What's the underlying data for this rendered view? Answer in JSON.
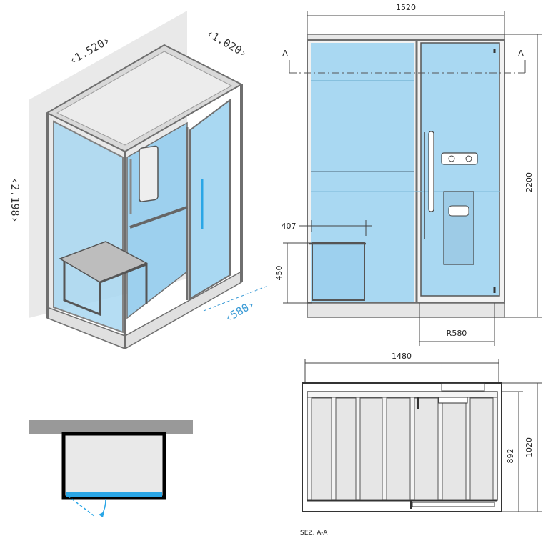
{
  "iso_view": {
    "dim_width": "‹1.520›",
    "dim_depth": "‹1.020›",
    "dim_height": "‹2.198›",
    "dim_door": "‹580›"
  },
  "front_view": {
    "dim_width": "1520",
    "dim_height": "2200",
    "dim_shelf_width": "407",
    "dim_seat_height": "450",
    "dim_door_radius": "R580",
    "section_mark_left": "A",
    "section_mark_right": "A"
  },
  "top_view": {
    "dim_width": "1480",
    "dim_depth_inner": "892",
    "dim_depth_outer": "1020",
    "section_caption": "SEZ. A-A"
  },
  "colors": {
    "glass": "#a9d8f2",
    "glass_dark": "#8cc8ea",
    "frame": "#6f6f6f",
    "wall": "#e6e6e6",
    "door_accent": "#2aa6e6"
  }
}
